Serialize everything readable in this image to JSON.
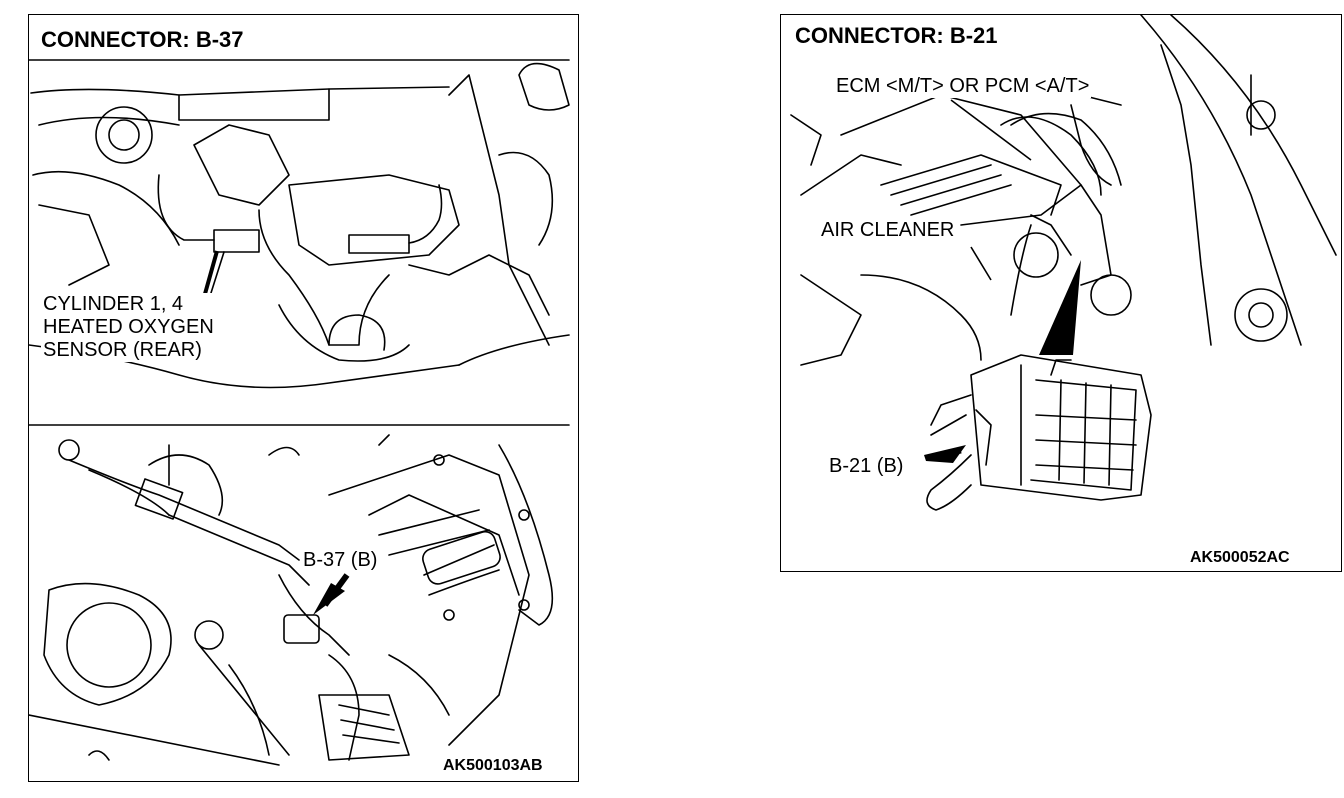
{
  "left_panel": {
    "title": "CONNECTOR: B-37",
    "sensor_label": [
      "CYLINDER 1, 4",
      "HEATED OXYGEN",
      "SENSOR (REAR)"
    ],
    "connector_label": "B-37 (B)",
    "figure_code": "AK500103AB"
  },
  "right_panel": {
    "title": "CONNECTOR: B-21",
    "module_label": "ECM <M/T> OR PCM <A/T>",
    "air_cleaner_label": "AIR CLEANER",
    "connector_label": "B-21 (B)",
    "figure_code": "AK500052AC"
  }
}
